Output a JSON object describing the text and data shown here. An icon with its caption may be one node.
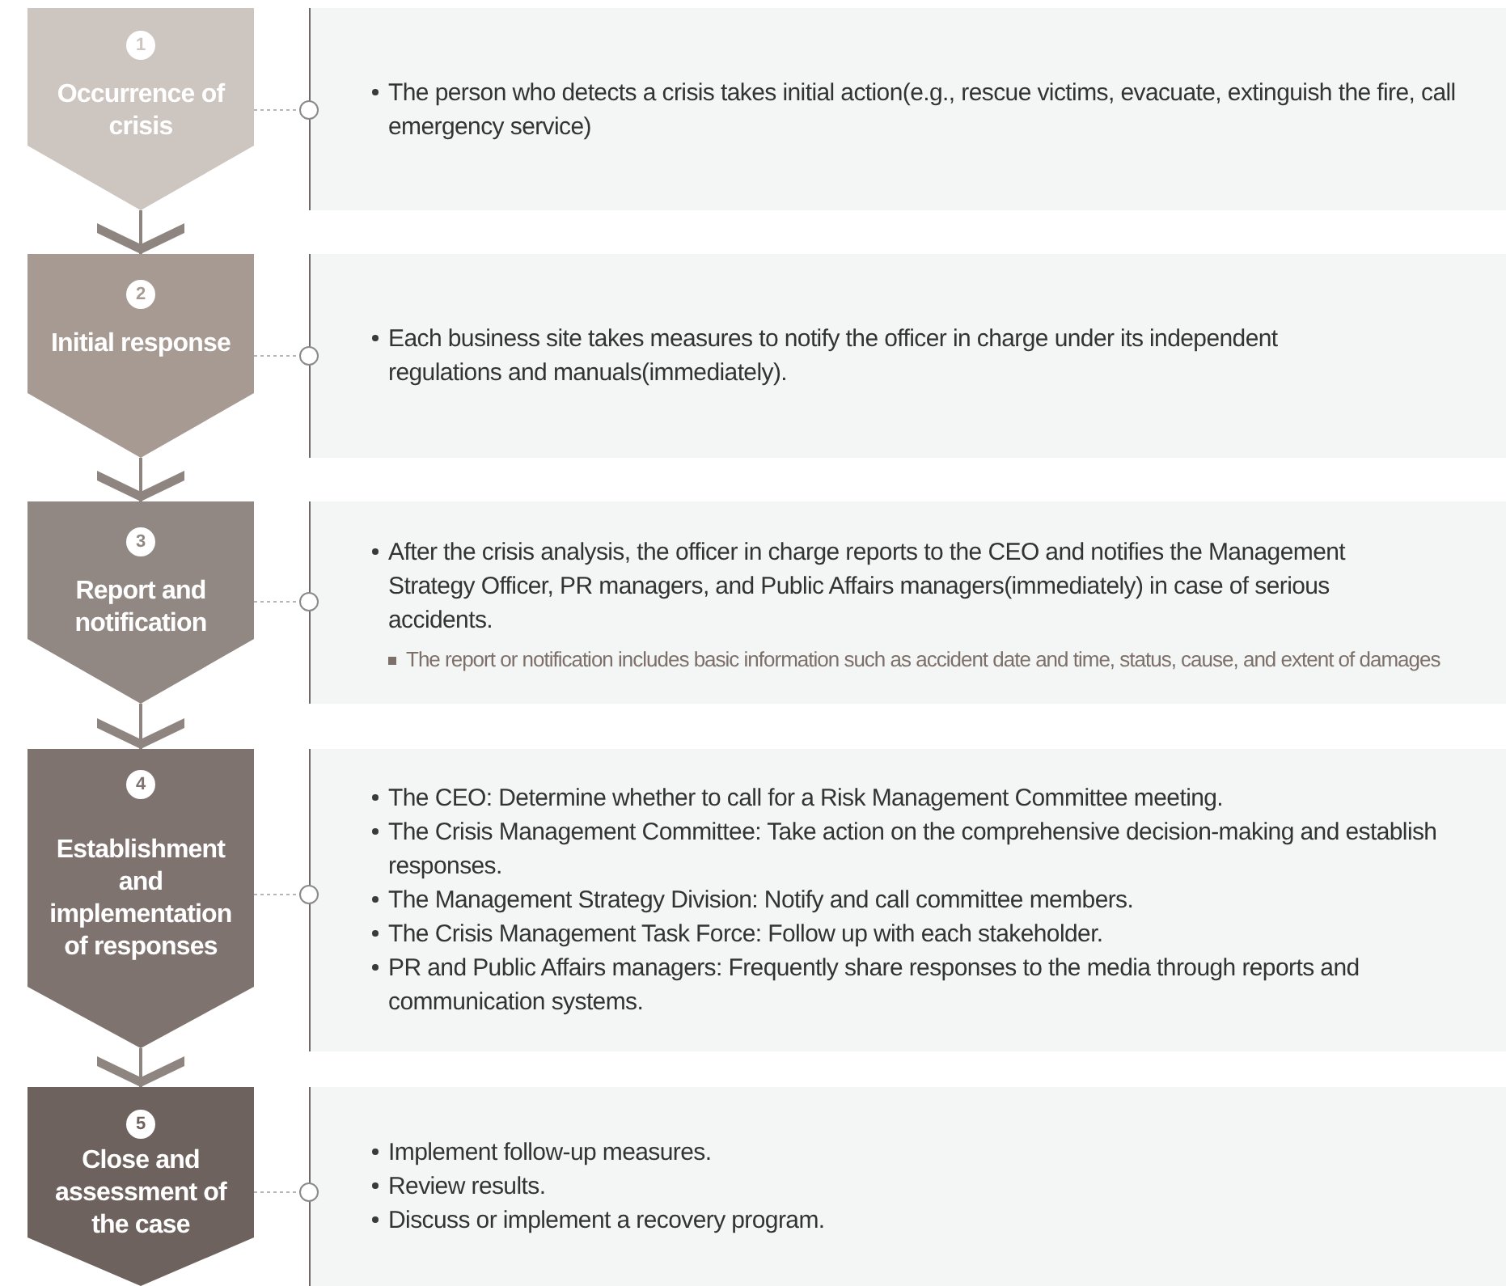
{
  "diagram": {
    "nodes": [
      {
        "text": [
          "1",
          "Occurrence of crisis"
        ]
      },
      {
        "text": [
          "The person who detects a crisis takes initial action(e.g., rescue victims, evacuate, extinguish the fire, call emergency service)"
        ]
      },
      {
        "text": [
          "2",
          "Initial response"
        ]
      },
      {
        "text": [
          "Each business site takes measures to notify the officer in charge under its independent regulations and manuals(immediately)."
        ]
      },
      {
        "text": [
          "3",
          "Report and notification"
        ]
      },
      {
        "text": [
          "After the crisis analysis, the officer in charge reports to the CEO and notifies the Management Strategy Officer, PR managers, and Public Affairs managers(immediately) in case of serious accidents.",
          "The report or notification includes basic information such as accident date and time, status, cause, and extent of damages"
        ]
      },
      {
        "text": [
          "4",
          "Establishment and implementation of responses"
        ]
      },
      {
        "text": [
          "The CEO: Determine whether to call for a Risk Management Committee meeting.",
          "The Crisis Management Committee: Take action on the comprehensive decision-making and establish responses.",
          "The Management Strategy Division: Notify and call committee members.",
          "The Crisis Management Task Force: Follow up with each stakeholder.",
          "PR and Public Affairs managers: Frequently share responses to the media through reports and communication systems."
        ]
      },
      {
        "text": [
          "5",
          "Close and assessment of the case"
        ]
      },
      {
        "text": [
          "Implement follow-up measures.",
          "Review results.",
          "Discuss or implement a recovery program."
        ]
      }
    ],
    "edges": [
      {
        "from": 0,
        "to": 1,
        "arrow": "other",
        "style": "dashed"
      },
      {
        "from": 0,
        "to": 2,
        "arrow": "to"
      },
      {
        "from": 2,
        "to": 3,
        "arrow": "other",
        "style": "dashed"
      },
      {
        "from": 2,
        "to": 4,
        "arrow": "to"
      },
      {
        "from": 4,
        "to": 5,
        "arrow": "other",
        "style": "dashed"
      },
      {
        "from": 4,
        "to": 6,
        "arrow": "to"
      },
      {
        "from": 6,
        "to": 7,
        "arrow": "other",
        "style": "dashed"
      },
      {
        "from": 6,
        "to": 8,
        "arrow": "to"
      },
      {
        "from": 8,
        "to": 9,
        "arrow": "other",
        "style": "dashed"
      }
    ]
  }
}
